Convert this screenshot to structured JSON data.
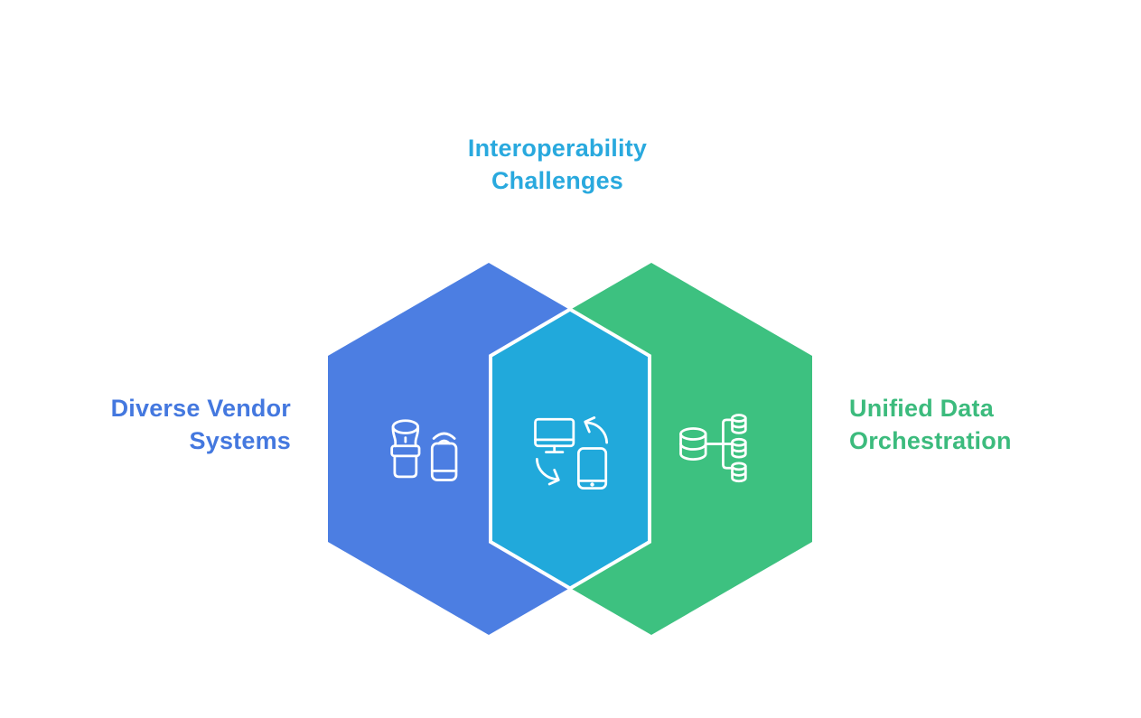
{
  "diagram": {
    "top_label": {
      "line1": "Interoperability",
      "line2": "Challenges"
    },
    "left_label": {
      "line1": "Diverse Vendor",
      "line2": "Systems"
    },
    "right_label": {
      "line1": "Unified Data",
      "line2": "Orchestration"
    },
    "icons": {
      "left": "smart-speaker-and-smartphone-icon",
      "center": "device-sync-icon",
      "right": "database-distribution-icon"
    },
    "colors": {
      "left_hexagon": "#4C7EE2",
      "right_hexagon": "#3DC180",
      "overlap_hexagon": "#21A9DB",
      "overlap_stroke": "#FFFFFF",
      "top_label_text": "#29A9DE",
      "left_label_text": "#4478DF",
      "right_label_text": "#3CBB7D",
      "icon_stroke": "#FFFFFF",
      "background": "#FFFFFF"
    }
  }
}
